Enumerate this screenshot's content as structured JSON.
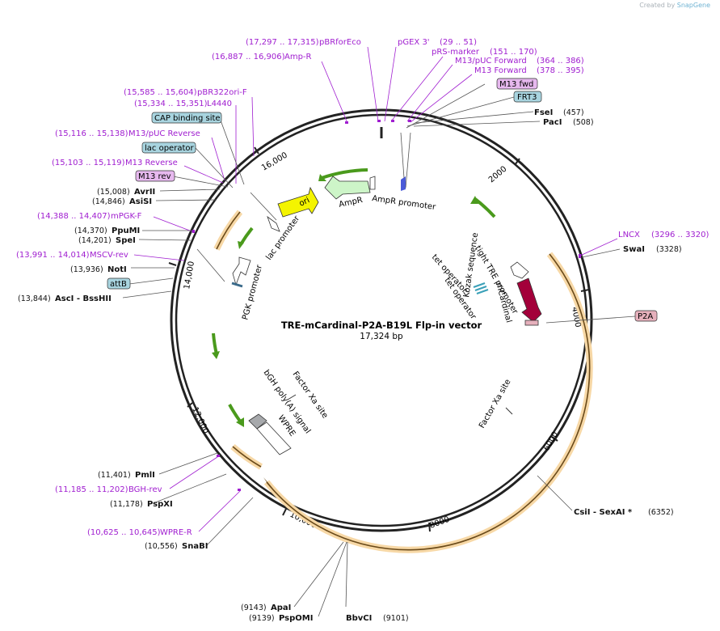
{
  "credit": {
    "text": "Created by",
    "brand": "SnapGene"
  },
  "title": "TRE-mCardinal-P2A-B19L Flp-in vector",
  "size_label": "17,324 bp",
  "ticks": [
    {
      "label": "2000",
      "bp": 2000
    },
    {
      "label": "4000",
      "bp": 4000
    },
    {
      "label": "6000",
      "bp": 6000
    },
    {
      "label": "8000",
      "bp": 8000
    },
    {
      "label": "10,000",
      "bp": 10000
    },
    {
      "label": "12,000",
      "bp": 12000
    },
    {
      "label": "14,000",
      "bp": 14000
    },
    {
      "label": "16,000",
      "bp": 16000
    }
  ],
  "primer_labels": [
    {
      "name": "pBRforEco",
      "range": "(17,297 .. 17,315)"
    },
    {
      "name": "Amp-R",
      "range": "(16,887 .. 16,906)"
    },
    {
      "name": "pGEX 3'",
      "range": "(29 .. 51)"
    },
    {
      "name": "pRS-marker",
      "range": "(151 .. 170)"
    },
    {
      "name": "M13/pUC Forward",
      "range": "(364 .. 386)"
    },
    {
      "name": "M13 Forward",
      "range": "(378 .. 395)"
    },
    {
      "name": "pBR322ori-F",
      "range": "(15,585 .. 15,604)"
    },
    {
      "name": "L4440",
      "range": "(15,334 .. 15,351)"
    },
    {
      "name": "M13/pUC Reverse",
      "range": "(15,116 .. 15,138)"
    },
    {
      "name": "M13 Reverse",
      "range": "(15,103 .. 15,119)"
    },
    {
      "name": "mPGK-F",
      "range": "(14,388 .. 14,407)"
    },
    {
      "name": "MSCV-rev",
      "range": "(13,991 .. 14,014)"
    },
    {
      "name": "LNCX",
      "range": "(3296 .. 3320)"
    },
    {
      "name": "BGH-rev",
      "range": "(11,185 .. 11,202)"
    },
    {
      "name": "WPRE-R",
      "range": "(10,625 .. 10,645)"
    }
  ],
  "enzyme_labels": [
    {
      "name": "FseI",
      "pos": "(457)"
    },
    {
      "name": "PacI",
      "pos": "(508)"
    },
    {
      "name": "AvrII",
      "pos": "(15,008)"
    },
    {
      "name": "AsiSI",
      "pos": "(14,846)"
    },
    {
      "name": "PpuMI",
      "pos": "(14,370)"
    },
    {
      "name": "SpeI",
      "pos": "(14,201)"
    },
    {
      "name": "NotI",
      "pos": "(13,936)"
    },
    {
      "name": "AscI  - BssHII",
      "pos": "(13,844)"
    },
    {
      "name": "SwaI",
      "pos": "(3328)"
    },
    {
      "name": "CsiI  - SexAI *",
      "pos": "(6352)"
    },
    {
      "name": "PmlI",
      "pos": "(11,401)"
    },
    {
      "name": "PspXI",
      "pos": "(11,178)"
    },
    {
      "name": "SnaBI",
      "pos": "(10,556)"
    },
    {
      "name": "ApaI",
      "pos": "(9143)"
    },
    {
      "name": "PspOMI",
      "pos": "(9139)"
    },
    {
      "name": "BbvCI",
      "pos": "(9101)"
    }
  ],
  "boxed_labels": [
    {
      "name": "M13 fwd",
      "color": "#e6b8ee"
    },
    {
      "name": "FRT3",
      "color": "#a8d4df"
    },
    {
      "name": "CAP binding site",
      "color": "#a8d4df"
    },
    {
      "name": "lac operator",
      "color": "#a8d4df"
    },
    {
      "name": "M13 rev",
      "color": "#e6b8ee"
    },
    {
      "name": "attB",
      "color": "#a8d4df"
    },
    {
      "name": "P2A",
      "color": "#e6b0bc"
    }
  ],
  "inner_labels": {
    "ori": "ori",
    "ampr": "AmpR",
    "ampr_promoter": "AmpR promoter",
    "lac_promoter": "lac promoter",
    "pgk_promoter": "PGK promoter",
    "tight_tre": "tight TRE promoter",
    "tet_operator_1": "tet operator",
    "tet_operator_2": "tet operator",
    "mcardinal": "mCardinal",
    "kozak": "Kozak sequence",
    "factor_xa_1": "Factor Xa site",
    "factor_xa_2": "Factor Xa site",
    "bgh": "bGH poly(A) signal",
    "wpre": "WPRE"
  },
  "colors": {
    "primer": "#a01ed0",
    "backbone": "#222222",
    "orf_fill": "#f7d8a6",
    "green_arrow": "#4a9a1c",
    "ori_yellow": "#f4f400",
    "ampr_fill": "#cdf5c8",
    "mcardinal": "#a3003a"
  }
}
